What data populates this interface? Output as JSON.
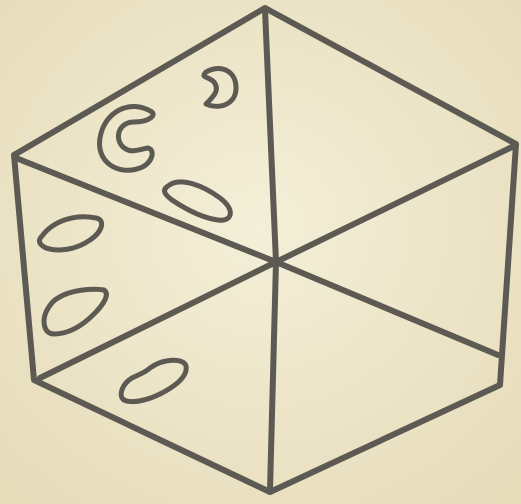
{
  "figure": {
    "shape": "hexagon",
    "sections": 6,
    "colors": {
      "paper": "#f0ead0",
      "paper_shade": "#e6dcba",
      "ink": "#5c5a52"
    },
    "segments": [
      {
        "name": "upper-left-sector",
        "shaded_pieces": 3
      },
      {
        "name": "upper-right-sector",
        "shaded_pieces": 0
      },
      {
        "name": "right-sector",
        "shaded_pieces": 0
      },
      {
        "name": "lower-right-sector",
        "shaded_pieces": 0
      },
      {
        "name": "lower-left-sector",
        "shaded_pieces": 1
      },
      {
        "name": "left-sector",
        "shaded_pieces": 2
      }
    ]
  }
}
